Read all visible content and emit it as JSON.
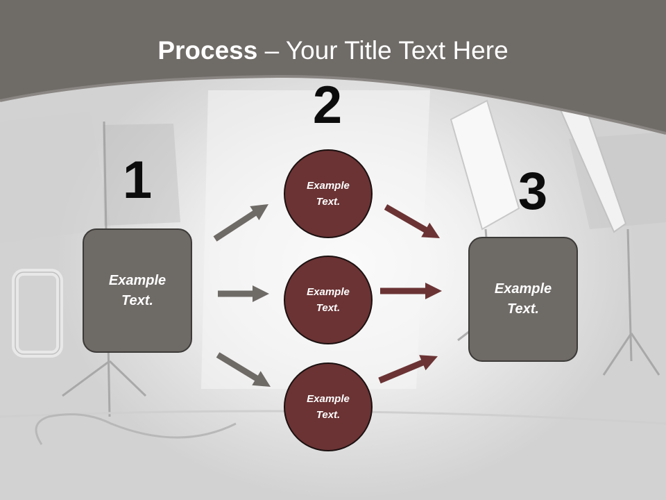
{
  "title": {
    "bold": "Process",
    "rest": " – Your Title Text Here"
  },
  "steps": [
    {
      "number": "1",
      "text": "Example\nText."
    },
    {
      "number": "2",
      "items": [
        "Example\nText.",
        "Example\nText.",
        "Example\nText."
      ]
    },
    {
      "number": "3",
      "text": "Example\nText."
    }
  ],
  "colors": {
    "box": "#6e6a66",
    "circle": "#6b3334",
    "arrow_gray": "#6e6a66",
    "arrow_red": "#6b3334",
    "header": "#6f6b67"
  }
}
